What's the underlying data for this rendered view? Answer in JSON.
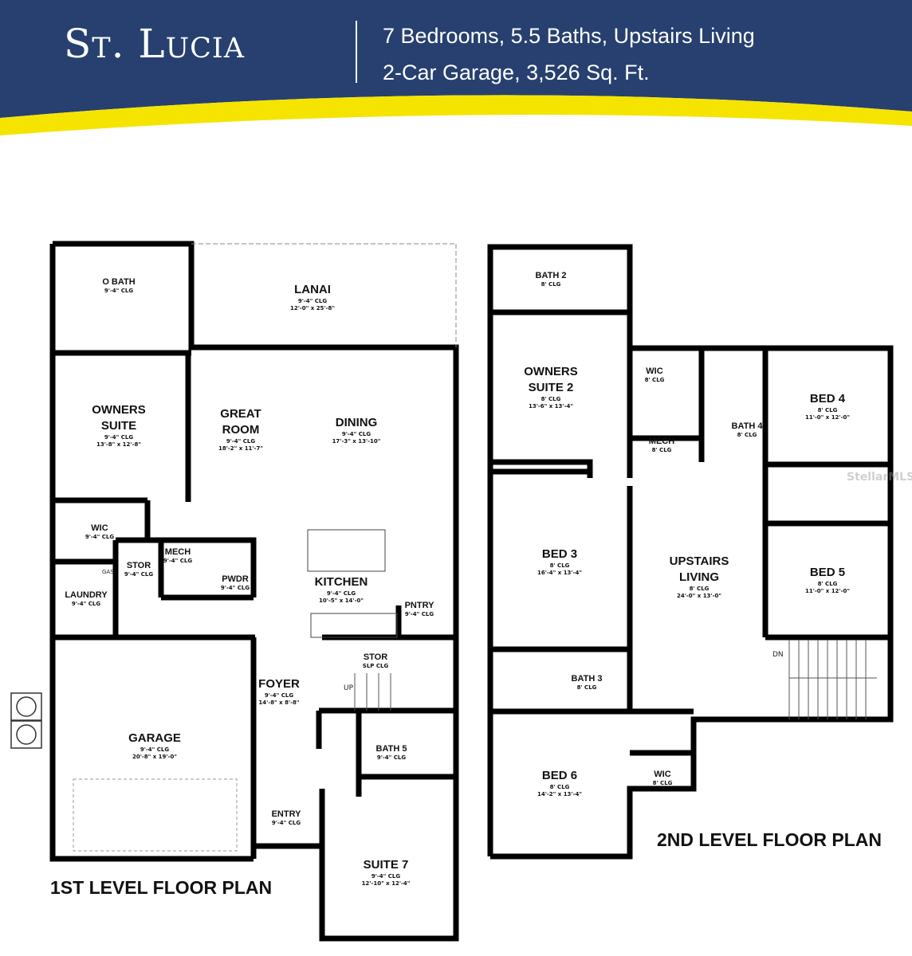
{
  "header": {
    "title": "St. Lucia",
    "line1": "7 Bedrooms, 5.5 Baths, Upstairs Living",
    "line2": "2-Car Garage, 3,526 Sq. Ft.",
    "colors": {
      "navy": "#27406f",
      "yellow": "#f5e400"
    }
  },
  "first_level": {
    "caption": "1ST LEVEL FLOOR PLAN",
    "stairs_label": "UP",
    "rooms": [
      {
        "name": "O BATH",
        "clg": "9'-4\" CLG"
      },
      {
        "name": "LANAI",
        "clg": "9'-4\" CLG",
        "dims": "12'-0\" x 25'-8\""
      },
      {
        "name": "OWNERS",
        "name2": "SUITE",
        "clg": "9'-4\" CLG",
        "dims": "13'-8\" x 12'-8\""
      },
      {
        "name": "GREAT",
        "name2": "ROOM",
        "clg": "9'-4\" CLG",
        "dims": "18'-2\" x 11'-7\""
      },
      {
        "name": "DINING",
        "clg": "9'-4\" CLG",
        "dims": "17'-3\" x 13'-10\""
      },
      {
        "name": "WIC",
        "clg": "9'-4\" CLG"
      },
      {
        "name": "STOR",
        "clg": "9'-4\" CLG"
      },
      {
        "name": "MECH",
        "clg": "9'-4\" CLG"
      },
      {
        "name": "PWDR",
        "clg": "9'-4\" CLG"
      },
      {
        "name": "LAUNDRY",
        "clg": "9'-4\" CLG"
      },
      {
        "name": "KITCHEN",
        "clg": "9'-4\" CLG",
        "dims": "10'-5\" x 14'-0\""
      },
      {
        "name": "PNTRY",
        "clg": "9'-4\" CLG"
      },
      {
        "name": "STOR",
        "clg": "SLP CLG"
      },
      {
        "name": "FOYER",
        "clg": "9'-4\" CLG",
        "dims": "14'-8\" x 8'-8\""
      },
      {
        "name": "GARAGE",
        "clg": "9'-4\" CLG",
        "dims": "20'-8\" x 19'-0\""
      },
      {
        "name": "BATH 5",
        "clg": "9'-4\" CLG"
      },
      {
        "name": "ENTRY",
        "clg": "9'-4\" CLG"
      },
      {
        "name": "SUITE 7",
        "clg": "9'-4\" CLG",
        "dims": "12'-10\" x 12'-4\""
      }
    ],
    "gas_label": "GAS"
  },
  "second_level": {
    "caption": "2ND LEVEL FLOOR PLAN",
    "stairs_label": "DN",
    "rooms": [
      {
        "name": "BATH 2",
        "clg": "8' CLG"
      },
      {
        "name": "OWNERS",
        "name2": "SUITE 2",
        "clg": "8' CLG",
        "dims": "13'-6\" x 13'-4\""
      },
      {
        "name": "WIC",
        "clg": "8' CLG"
      },
      {
        "name": "MECH",
        "clg": "8' CLG"
      },
      {
        "name": "BATH 4",
        "clg": "8' CLG"
      },
      {
        "name": "BED 4",
        "clg": "8' CLG",
        "dims": "11'-0\" x 12'-0\""
      },
      {
        "name": "BED 3",
        "clg": "8' CLG",
        "dims": "16'-4\" x 13'-4\""
      },
      {
        "name": "UPSTAIRS",
        "name2": "LIVING",
        "clg": "8' CLG",
        "dims": "24'-0\" x 13'-0\""
      },
      {
        "name": "BED 5",
        "clg": "8' CLG",
        "dims": "11'-0\" x 12'-0\""
      },
      {
        "name": "BATH 3",
        "clg": "8' CLG"
      },
      {
        "name": "BED 6",
        "clg": "8' CLG",
        "dims": "14'-2\" x 13'-4\""
      },
      {
        "name": "WIC",
        "clg": "8' CLG"
      }
    ]
  },
  "watermark": "StellarMLS"
}
